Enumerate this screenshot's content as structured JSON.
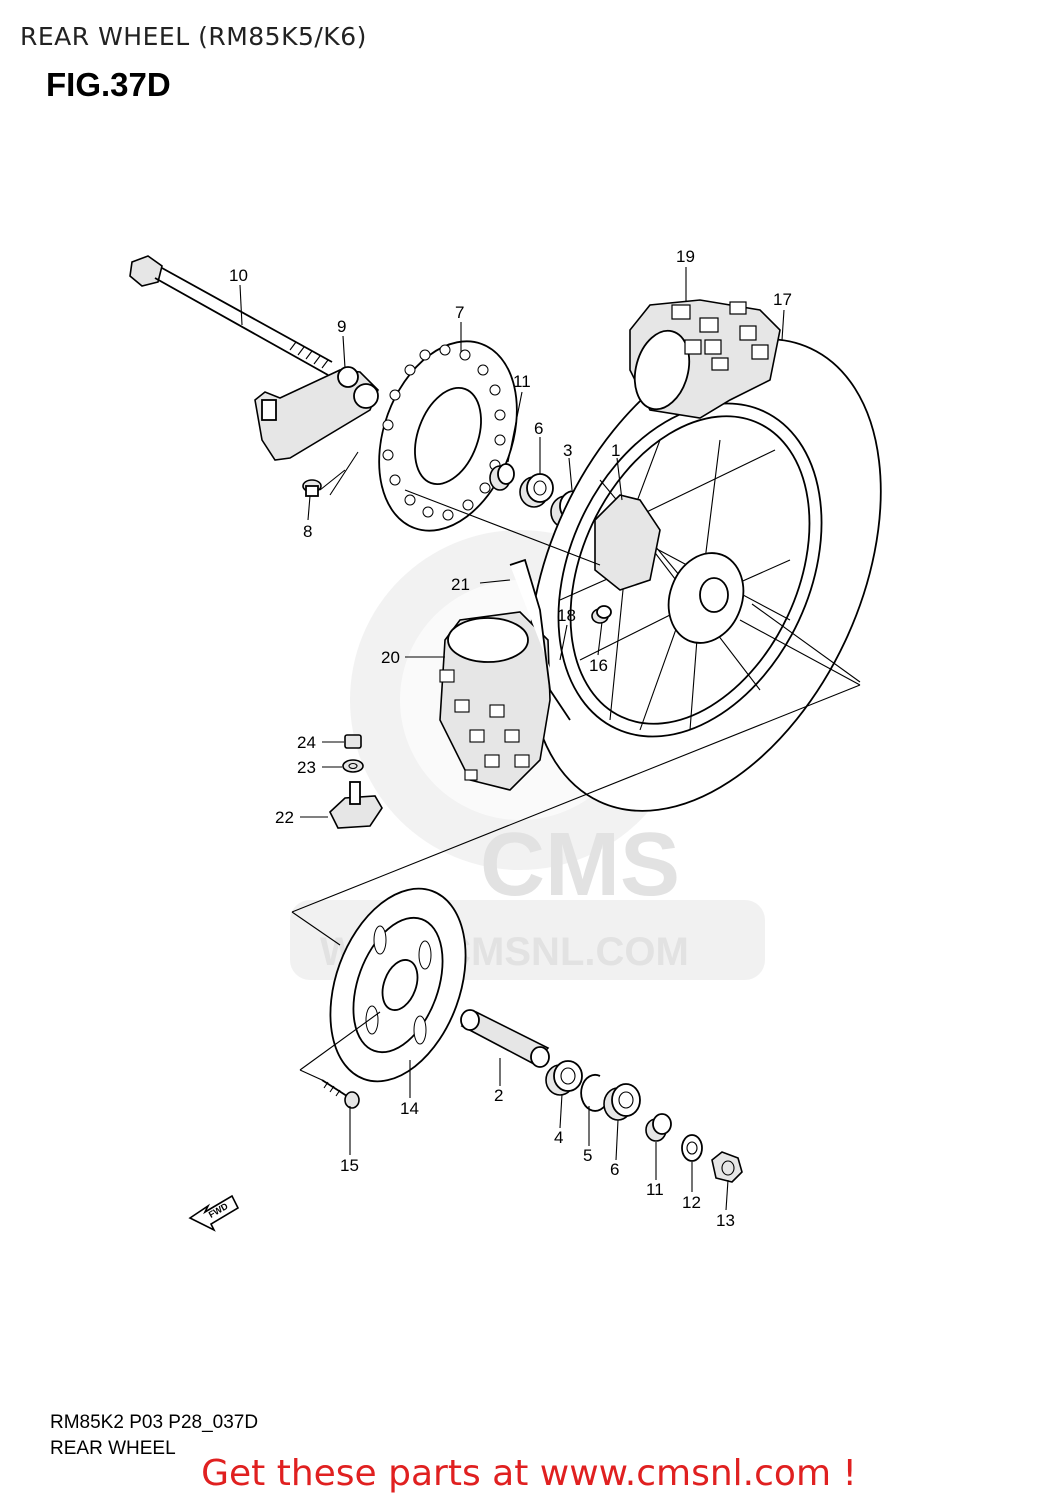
{
  "header": {
    "title": "REAR WHEEL (RM85K5/K6)",
    "figure": "FIG.37D"
  },
  "watermark": {
    "logo_text": "CMS",
    "site_text": "WWW.CMSNL.COM"
  },
  "fwd_marker": "FWD",
  "callouts": [
    {
      "id": "c1",
      "label": "1"
    },
    {
      "id": "c2",
      "label": "2"
    },
    {
      "id": "c3",
      "label": "3"
    },
    {
      "id": "c4",
      "label": "4"
    },
    {
      "id": "c5",
      "label": "5"
    },
    {
      "id": "c6a",
      "label": "6"
    },
    {
      "id": "c6b",
      "label": "6"
    },
    {
      "id": "c7",
      "label": "7"
    },
    {
      "id": "c8",
      "label": "8"
    },
    {
      "id": "c9",
      "label": "9"
    },
    {
      "id": "c10",
      "label": "10"
    },
    {
      "id": "c11a",
      "label": "11"
    },
    {
      "id": "c11b",
      "label": "11"
    },
    {
      "id": "c12",
      "label": "12"
    },
    {
      "id": "c13",
      "label": "13"
    },
    {
      "id": "c14",
      "label": "14"
    },
    {
      "id": "c15",
      "label": "15"
    },
    {
      "id": "c16",
      "label": "16"
    },
    {
      "id": "c17",
      "label": "17"
    },
    {
      "id": "c18",
      "label": "18"
    },
    {
      "id": "c19",
      "label": "19"
    },
    {
      "id": "c20",
      "label": "20"
    },
    {
      "id": "c21",
      "label": "21"
    },
    {
      "id": "c22",
      "label": "22"
    },
    {
      "id": "c23",
      "label": "23"
    },
    {
      "id": "c24",
      "label": "24"
    }
  ],
  "footer": {
    "ref_code": "RM85K2 P03 P28_037D",
    "ref_name": "REAR WHEEL",
    "promo": "Get these parts at www.cmsnl.com !",
    "promo_color": "#e02020"
  }
}
